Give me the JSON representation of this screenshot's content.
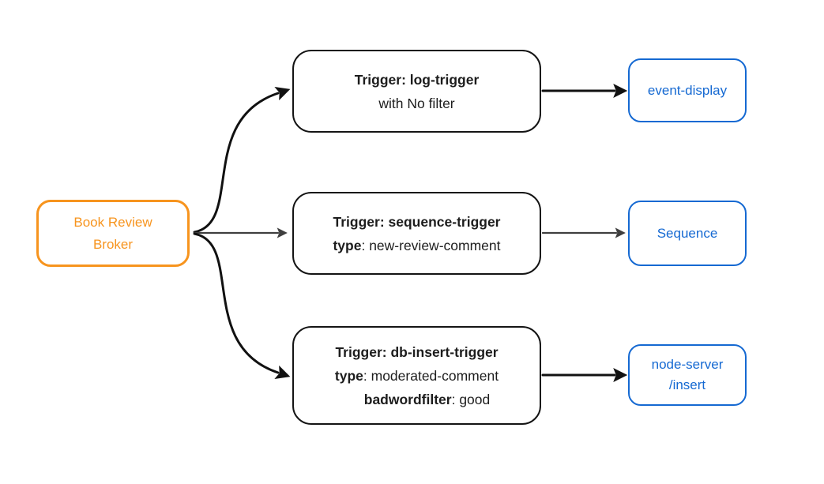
{
  "diagram": {
    "broker": {
      "line1": "Book Review",
      "line2": "Broker"
    },
    "triggers": [
      {
        "title": "Trigger: log-trigger",
        "line2_bold": "",
        "line2_rest": "with No filter"
      },
      {
        "title": "Trigger: sequence-trigger",
        "line2_bold": "type",
        "line2_rest": ": new-review-comment"
      },
      {
        "title": "Trigger: db-insert-trigger",
        "line2_bold": "type",
        "line2_rest": ": moderated-comment",
        "line3_bold": "badwordfilter",
        "line3_rest": ": good"
      }
    ],
    "sinks": [
      {
        "line1": "event-display"
      },
      {
        "line1": "Sequence"
      },
      {
        "line1": "node-server",
        "line2": "/insert"
      }
    ],
    "colors": {
      "broker_accent": "#F7941E",
      "sink_accent": "#1569D2",
      "arrow_black": "#111111",
      "arrow_gray": "#3F3F3F",
      "trigger_border": "#141414",
      "trigger_text": "#1D1D1D"
    }
  }
}
